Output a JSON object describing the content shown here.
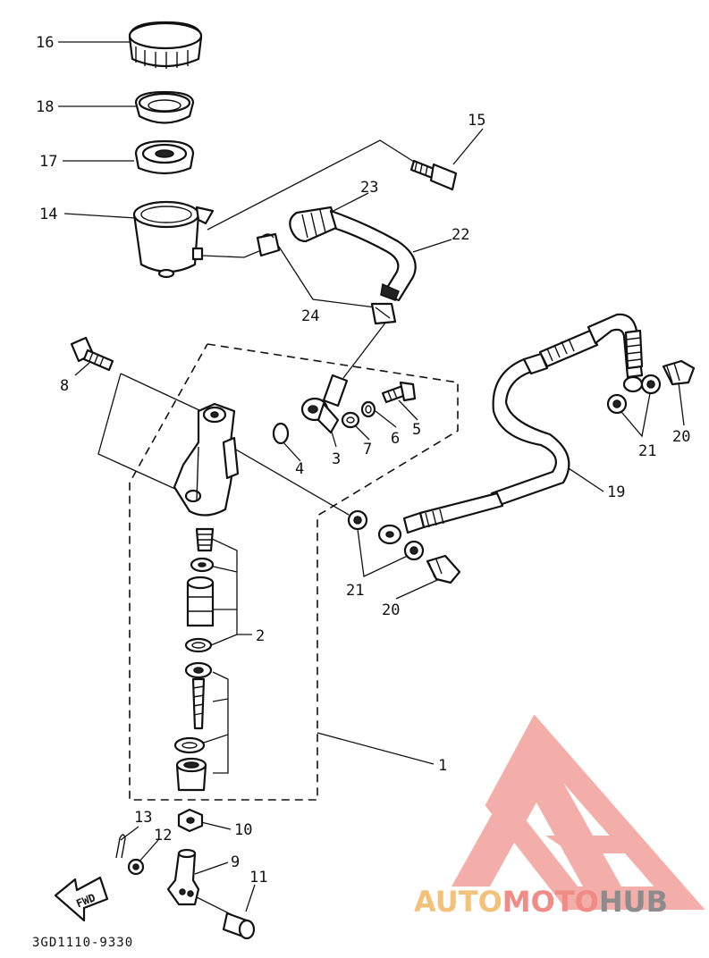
{
  "diagram": {
    "code": "3GD1110-9330",
    "fwd_label": "FWD",
    "callouts": [
      {
        "id": "c16",
        "text": "16"
      },
      {
        "id": "c18",
        "text": "18"
      },
      {
        "id": "c17",
        "text": "17"
      },
      {
        "id": "c14",
        "text": "14"
      },
      {
        "id": "c15",
        "text": "15"
      },
      {
        "id": "c23",
        "text": "23"
      },
      {
        "id": "c22",
        "text": "22"
      },
      {
        "id": "c24",
        "text": "24"
      },
      {
        "id": "c8",
        "text": "8"
      },
      {
        "id": "c4",
        "text": "4"
      },
      {
        "id": "c3",
        "text": "3"
      },
      {
        "id": "c7",
        "text": "7"
      },
      {
        "id": "c6",
        "text": "6"
      },
      {
        "id": "c5",
        "text": "5"
      },
      {
        "id": "c21a",
        "text": "21"
      },
      {
        "id": "c20a",
        "text": "20"
      },
      {
        "id": "c19",
        "text": "19"
      },
      {
        "id": "c21b",
        "text": "21"
      },
      {
        "id": "c20b",
        "text": "20"
      },
      {
        "id": "c2",
        "text": "2"
      },
      {
        "id": "c1",
        "text": "1"
      },
      {
        "id": "c13",
        "text": "13"
      },
      {
        "id": "c12",
        "text": "12"
      },
      {
        "id": "c10",
        "text": "10"
      },
      {
        "id": "c9",
        "text": "9"
      },
      {
        "id": "c11",
        "text": "11"
      }
    ]
  },
  "watermark": {
    "part1": "AUTO",
    "part2": "MOTO",
    "part3": "HUB",
    "color_gold": "#f2c27a",
    "color_red": "#f08b86",
    "color_gray": "#8c8c8c"
  }
}
